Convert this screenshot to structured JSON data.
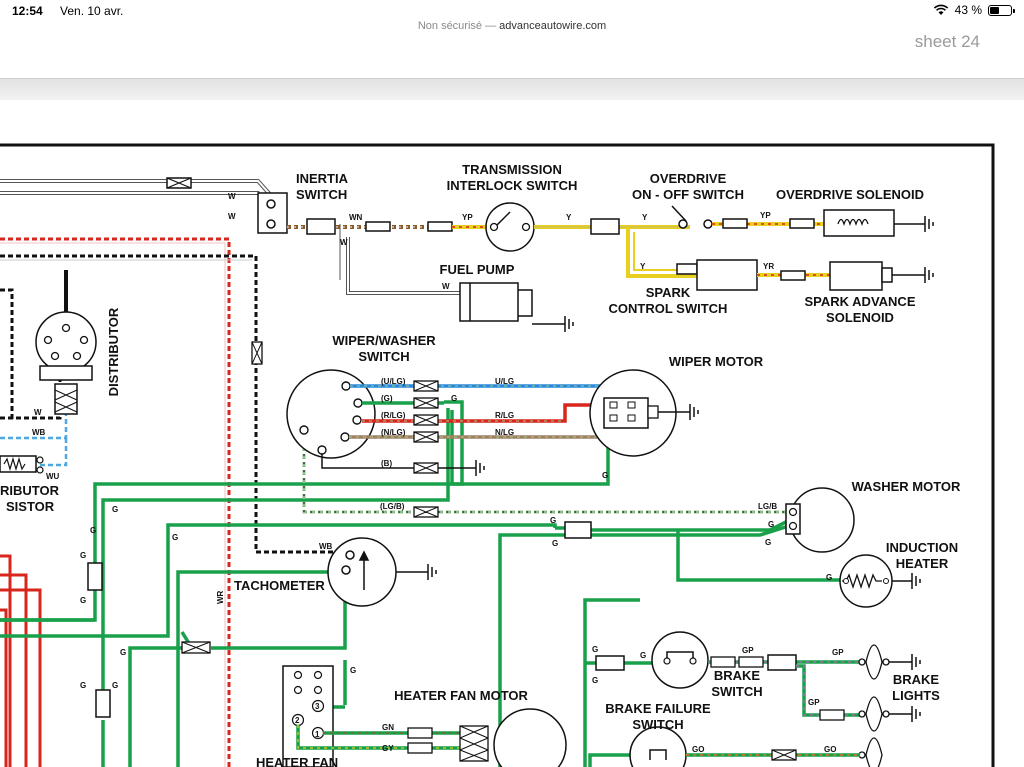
{
  "status_bar": {
    "time": "12:54",
    "date": "Ven. 10 avr.",
    "url_prefix": "Non sécurisé —",
    "url": "advanceautowire.com",
    "battery": "43 %"
  },
  "page": {
    "sheet_label": "sheet 24"
  },
  "components": {
    "inertia_switch_1": "INERTIA",
    "inertia_switch_2": "SWITCH",
    "transmission_1": "TRANSMISSION",
    "transmission_2": "INTERLOCK SWITCH",
    "overdrive_switch_1": "OVERDRIVE",
    "overdrive_switch_2": "ON - OFF SWITCH",
    "overdrive_solenoid": "OVERDRIVE SOLENOID",
    "fuel_pump": "FUEL PUMP",
    "spark_control_1": "SPARK",
    "spark_control_2": "CONTROL SWITCH",
    "spark_advance_1": "SPARK ADVANCE",
    "spark_advance_2": "SOLENOID",
    "distributor": "DISTRIBUTOR",
    "wiper_switch_1": "WIPER/WASHER",
    "wiper_switch_2": "SWITCH",
    "wiper_motor": "WIPER MOTOR",
    "washer_motor": "WASHER MOTOR",
    "induction_1": "INDUCTION",
    "induction_2": "HEATER",
    "tachometer": "TACHOMETER",
    "dist_resistor_1": "RIBUTOR",
    "dist_resistor_2": "SISTOR",
    "heater_fan_motor": "HEATER FAN MOTOR",
    "heater_fan": "HEATER FAN",
    "brake_switch_1": "BRAKE",
    "brake_switch_2": "SWITCH",
    "brake_lights_1": "BRAKE",
    "brake_lights_2": "LIGHTS",
    "brake_failure_1": "BRAKE FAILURE",
    "brake_failure_2": "SWITCH"
  },
  "wire_labels": {
    "w_1": "W",
    "w_2": "W",
    "wn": "WN",
    "w_3": "W",
    "yp_1": "YP",
    "y_1": "Y",
    "y_2": "Y",
    "yp_2": "YP",
    "y_3": "Y",
    "yr": "YR",
    "w_4": "W",
    "u_lg_1": "(U/LG)",
    "g_paren": "(G)",
    "r_lg_1": "(R/LG)",
    "n_lg_1": "(N/LG)",
    "b_paren": "(B)",
    "g_1": "G",
    "u_lg_2": "U/LG",
    "r_lg_2": "R/LG",
    "n_lg_2": "N/LG",
    "g_2": "G",
    "lg_b_paren": "(LG/B)",
    "lg_b": "LG/B",
    "g_3": "G",
    "g_4": "G",
    "g_5": "G",
    "g_6": "G",
    "w_5": "W",
    "wb_1": "WB",
    "wu": "WU",
    "g_7": "G",
    "g_8": "G",
    "g_9": "G",
    "g_10": "G",
    "g_11": "G",
    "g_12": "G",
    "g_13": "G",
    "g_14": "G",
    "wb_2": "WB",
    "wr": "WR",
    "g_15": "G",
    "gn": "GN",
    "gy": "GY",
    "num_1": "1",
    "num_2": "2",
    "num_3": "3",
    "g_16": "G",
    "g_17": "G",
    "g_18": "G",
    "gp_1": "GP",
    "gp_2": "GP",
    "gp_3": "GP",
    "go_1": "GO",
    "go_2": "GO"
  }
}
